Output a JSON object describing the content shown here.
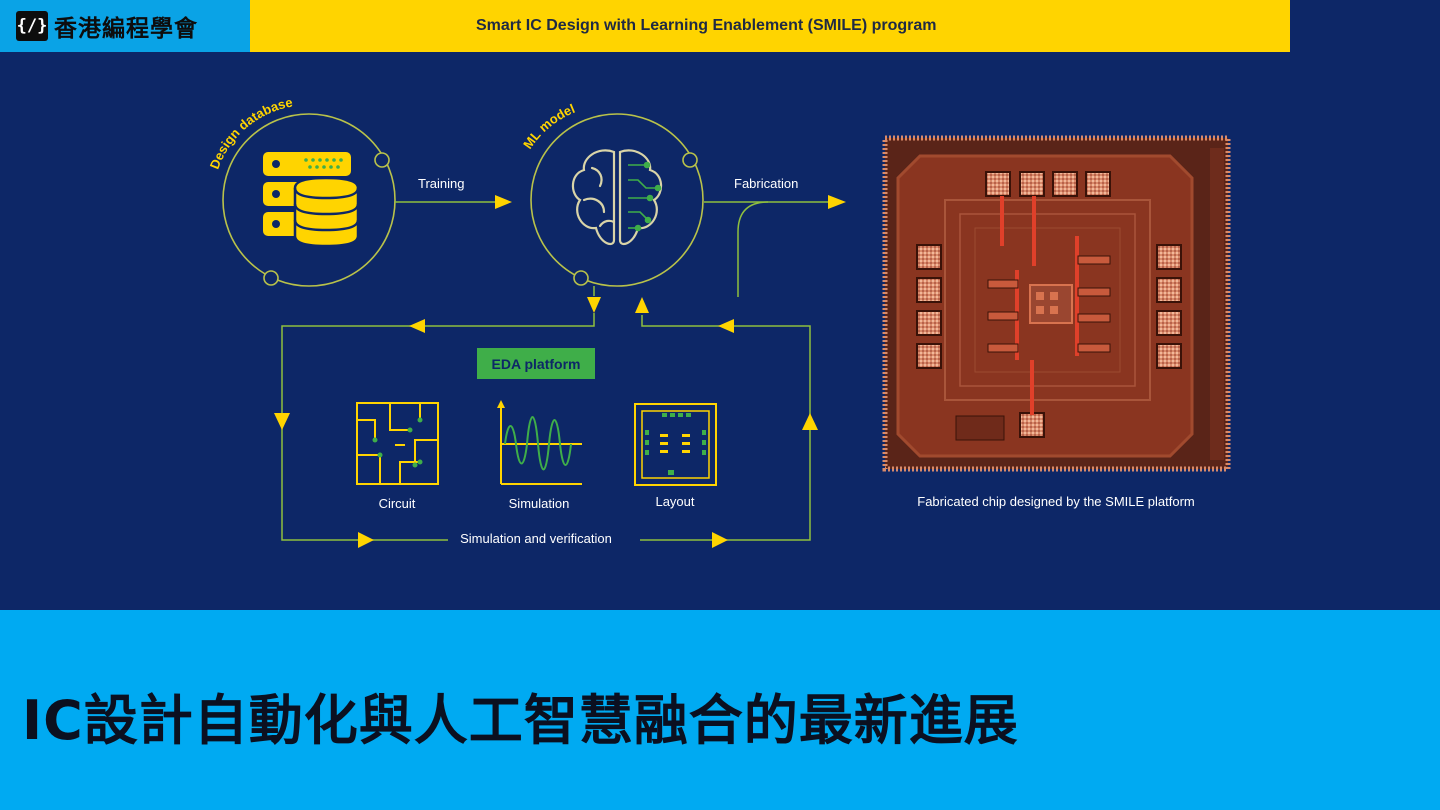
{
  "brand": {
    "logo_glyph": "{/}",
    "name": "香港編程學會"
  },
  "header": {
    "title": "Smart IC Design with Learning Enablement (SMILE) program"
  },
  "diagram": {
    "design_database_label": "Design database",
    "ml_model_label": "ML model",
    "training_label": "Training",
    "fabrication_label": "Fabrication",
    "eda_platform_label": "EDA platform",
    "circuit_label": "Circuit",
    "simulation_label": "Simulation",
    "layout_label": "Layout",
    "sim_verification_label": "Simulation and verification",
    "chip_caption": "Fabricated chip designed by the SMILE platform"
  },
  "caption": {
    "text": "IC設計自動化與人工智慧融合的最新進展"
  },
  "colors": {
    "background": "#0d2767",
    "accent_yellow": "#ffd400",
    "line_green": "#8fbf3f",
    "eda_green": "#3fae49",
    "caption_blue": "#00aaf2",
    "logo_blue": "#0aa3e6",
    "chip_red": "#8a3520"
  }
}
